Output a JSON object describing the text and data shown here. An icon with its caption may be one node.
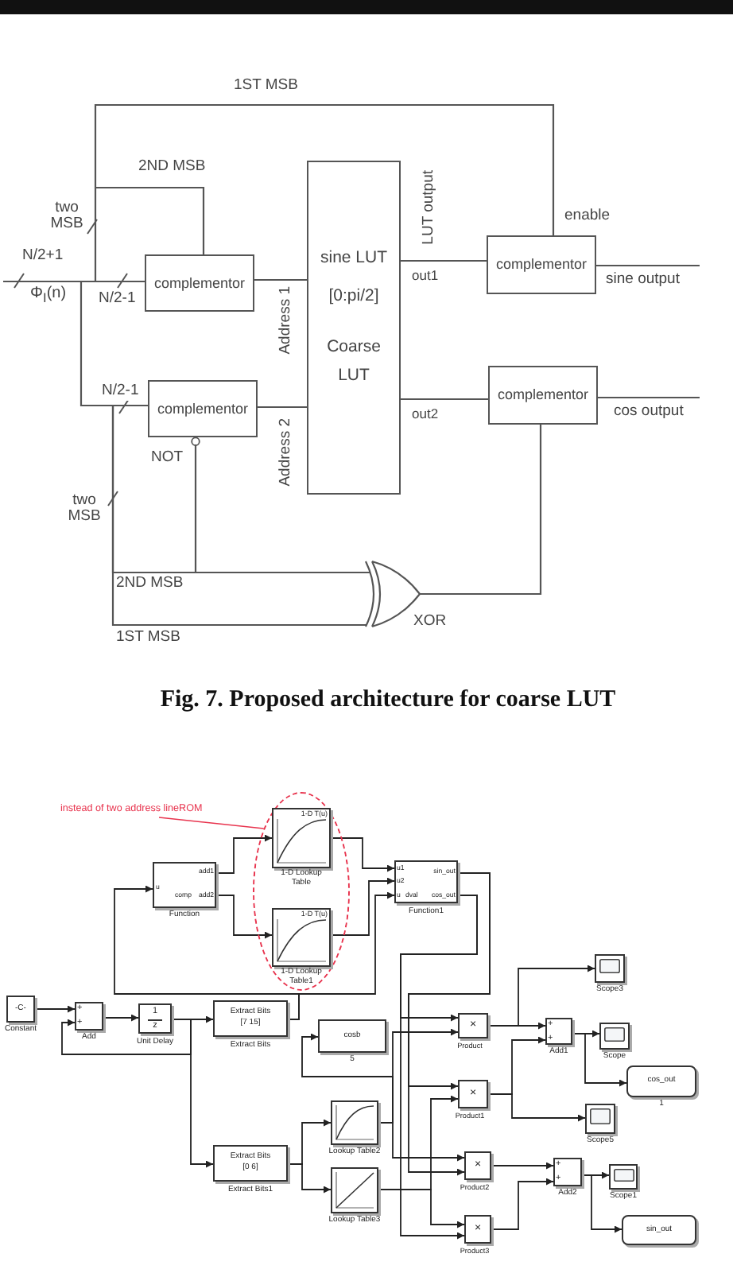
{
  "diagram": {
    "caption": "Fig. 7. Proposed architecture for coarse LUT",
    "nodes": [
      {
        "text": [
          "complementor"
        ]
      },
      {
        "text": [
          "sine LUT [0:pi/2]",
          "Coarse LUT"
        ]
      },
      {
        "text": [
          "complementor"
        ],
        "beside": [
          "enable"
        ]
      },
      {
        "text": [
          "complementor"
        ]
      },
      {
        "text": [
          "complementor"
        ]
      },
      {
        "text": [
          "XOR"
        ]
      },
      {
        "text": [
          "instead of two address lineROM"
        ]
      },
      {
        "text": [],
        "shape": "ellipse"
      },
      {
        "text": [
          "1-D T(u)",
          "1-D Lookup Table"
        ],
        "in": 7
      },
      {
        "text": [
          "1-D T(u)",
          "1-D Lookup Table1"
        ],
        "in": 7
      },
      {
        "text": [
          "u",
          "add1",
          "comp",
          "add2",
          "Function"
        ]
      },
      {
        "text": [
          "u1",
          "u2",
          "u",
          "dval",
          "sin_out",
          "cos_out",
          "Function1"
        ]
      },
      {
        "text": [
          "-C-",
          "Constant"
        ]
      },
      {
        "text": [
          "+",
          "+",
          "Add"
        ]
      },
      {
        "text": [
          "1",
          "z",
          "Unit Delay"
        ]
      },
      {
        "text": [
          "Extract Bits [7 15]",
          "Extract Bits"
        ]
      },
      {
        "text": [
          "Extract Bits [0 6]",
          "Extract Bits1"
        ]
      },
      {
        "text": [
          "cosb",
          "5"
        ]
      },
      {
        "text": [
          "Lookup Table2"
        ]
      },
      {
        "text": [
          "Lookup Table3"
        ]
      },
      {
        "text": [
          "×",
          "Product"
        ]
      },
      {
        "text": [
          "×",
          "Product1"
        ]
      },
      {
        "text": [
          "×",
          "Product2"
        ]
      },
      {
        "text": [
          "×",
          "Product3"
        ]
      },
      {
        "text": [
          "+",
          "+",
          "Add1"
        ]
      },
      {
        "text": [
          "+",
          "+",
          "Add2"
        ]
      },
      {
        "text": [
          "Scope3"
        ]
      },
      {
        "text": [
          "Scope"
        ]
      },
      {
        "text": [
          "cos_out",
          "1"
        ]
      },
      {
        "text": [
          "Scope5"
        ]
      },
      {
        "text": [
          "Scope1"
        ]
      },
      {
        "text": [
          "sin_out"
        ]
      }
    ],
    "edges": [
      {
        "from": null,
        "to": 0,
        "arrow": "none",
        "label": "N/2-1"
      },
      {
        "from": null,
        "to": 3,
        "arrow": "none",
        "label": "N/2-1"
      },
      {
        "from": null,
        "to": 2,
        "arrow": "none",
        "label": "1ST MSB"
      },
      {
        "from": null,
        "to": 0,
        "arrow": "none",
        "label": "2ND MSB"
      },
      {
        "from": 0,
        "to": 1,
        "arrow": "none",
        "label": "Address 1"
      },
      {
        "from": 3,
        "to": 1,
        "arrow": "none",
        "label": "Address 2"
      },
      {
        "from": 1,
        "to": 2,
        "arrow": "none",
        "label": "out1"
      },
      {
        "from": 1,
        "to": 4,
        "arrow": "none",
        "label": "out2"
      },
      {
        "from": 2,
        "to": null,
        "arrow": "none",
        "label": "sine output"
      },
      {
        "from": 4,
        "to": null,
        "arrow": "none",
        "label": "cos output"
      },
      {
        "from": null,
        "to": 5,
        "arrow": "none",
        "label": "2ND MSB"
      },
      {
        "from": null,
        "to": 5,
        "arrow": "none",
        "label": "1ST MSB"
      },
      {
        "from": 5,
        "to": 4,
        "arrow": "none"
      },
      {
        "from": null,
        "to": 3,
        "arrow": "other",
        "label": "NOT"
      },
      {
        "from": 6,
        "to": 7,
        "arrow": "none",
        "color": "#e8344e"
      },
      {
        "from": 12,
        "to": 13,
        "arrow": "to"
      },
      {
        "from": 13,
        "to": 14,
        "arrow": "to"
      },
      {
        "from": 14,
        "to": 13,
        "arrow": "to"
      },
      {
        "from": 14,
        "to": 15,
        "arrow": "to"
      },
      {
        "from": 14,
        "to": 16,
        "arrow": "to"
      },
      {
        "from": 15,
        "to": 10,
        "arrow": "to"
      },
      {
        "from": 15,
        "to": 11,
        "arrow": "to"
      },
      {
        "from": 10,
        "to": 8,
        "arrow": "to"
      },
      {
        "from": 10,
        "to": 9,
        "arrow": "to"
      },
      {
        "from": 8,
        "to": 11,
        "arrow": "to"
      },
      {
        "from": 9,
        "to": 11,
        "arrow": "to"
      },
      {
        "from": 11,
        "to": 20,
        "arrow": "to"
      },
      {
        "from": 11,
        "to": 23,
        "arrow": "to"
      },
      {
        "from": 11,
        "to": 21,
        "arrow": "to"
      },
      {
        "from": 11,
        "to": 22,
        "arrow": "to"
      },
      {
        "from": 18,
        "to": 20,
        "arrow": "to"
      },
      {
        "from": 18,
        "to": 22,
        "arrow": "to"
      },
      {
        "from": 18,
        "to": 17,
        "arrow": "to"
      },
      {
        "from": 19,
        "to": 21,
        "arrow": "to"
      },
      {
        "from": 19,
        "to": 23,
        "arrow": "to"
      },
      {
        "from": 16,
        "to": 18,
        "arrow": "to"
      },
      {
        "from": 16,
        "to": 19,
        "arrow": "to"
      },
      {
        "from": 20,
        "to": 24,
        "arrow": "to"
      },
      {
        "from": 20,
        "to": 26,
        "arrow": "to"
      },
      {
        "from": 21,
        "to": 24,
        "arrow": "to"
      },
      {
        "from": 21,
        "to": 29,
        "arrow": "to"
      },
      {
        "from": 24,
        "to": 27,
        "arrow": "to"
      },
      {
        "from": 24,
        "to": 28,
        "arrow": "to"
      },
      {
        "from": 22,
        "to": 25,
        "arrow": "to"
      },
      {
        "from": 23,
        "to": 25,
        "arrow": "to"
      },
      {
        "from": 25,
        "to": 30,
        "arrow": "to"
      },
      {
        "from": 25,
        "to": 31,
        "arrow": "to"
      }
    ],
    "labels": [
      "LUT output",
      "two MSB",
      "N/2+1",
      "Φ$_{I}$(n)",
      "two MSB"
    ]
  }
}
